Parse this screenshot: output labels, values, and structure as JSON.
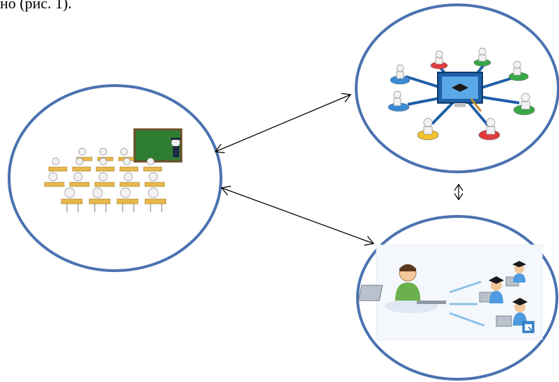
{
  "caption_fragment": "но (рис. 1).",
  "colors": {
    "ellipse_stroke": "#4a72b0",
    "arrow": "#000000",
    "board_green": "#2e7d32",
    "desk_yellow": "#e8b84a",
    "figure_white": "#f2f2f2",
    "monitor_blue": "#1e5fa8",
    "node_colors": [
      "#3a8bd6",
      "#37a845",
      "#e23b3b",
      "#f4c22b"
    ],
    "teacher_green": "#6ab04c",
    "laptop_gray": "#b9c2cc",
    "student_blue": "#4d9be0"
  },
  "nodes": [
    {
      "id": "traditional-classroom",
      "illustration": "classroom-with-chalkboard"
    },
    {
      "id": "network-learning",
      "illustration": "central-monitor-with-connected-learners"
    },
    {
      "id": "distance-learning",
      "illustration": "teacher-laptop-connected-to-students"
    }
  ],
  "edges": [
    {
      "from": "traditional-classroom",
      "to": "network-learning",
      "direction": "bidirectional"
    },
    {
      "from": "traditional-classroom",
      "to": "distance-learning",
      "direction": "bidirectional"
    },
    {
      "from": "network-learning",
      "to": "distance-learning",
      "direction": "bidirectional"
    }
  ]
}
